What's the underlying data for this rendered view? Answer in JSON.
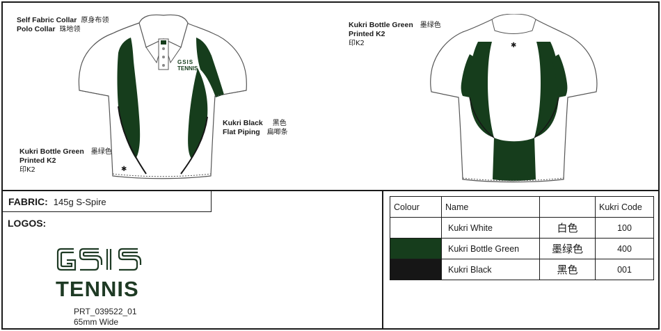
{
  "annotations": {
    "collar_line1_en": "Self Fabric Collar",
    "collar_line1_cn": "原身布领",
    "collar_line2_en": "Polo Collar",
    "collar_line2_cn": "珠地领",
    "piping_line1_en": "Kukri Black",
    "piping_line1_cn": "黑色",
    "piping_line2_en": "Flat Piping",
    "piping_line2_cn": "扁唧条",
    "front_panel_line1_en": "Kukri Bottle Green",
    "front_panel_line1_cn": "墨绿色",
    "front_panel_line2": "Printed K2",
    "front_panel_line3": "印K2",
    "back_panel_line1_en": "Kukri Bottle Green",
    "back_panel_line1_cn": "墨绿色",
    "back_panel_line2": "Printed K2",
    "back_panel_line3": "印K2"
  },
  "chest_logo": {
    "mark": "GSIS",
    "text": "TENNIS"
  },
  "fabric": {
    "label": "FABRIC:",
    "value": "145g S-Spire"
  },
  "logos": {
    "label": "LOGOS:",
    "mark": "GSIS",
    "text": "TENNIS",
    "color": "#1e3a24",
    "code": "PRT_039522_01",
    "size": "65mm Wide"
  },
  "colour_table": {
    "headers": [
      "Colour",
      "Name",
      "",
      "Kukri Code"
    ],
    "rows": [
      {
        "swatch": "#ffffff",
        "name": "Kukri White",
        "cn": "白色",
        "code": "100"
      },
      {
        "swatch": "#163d1c",
        "name": "Kukri Bottle Green",
        "cn": "墨绿色",
        "code": "400"
      },
      {
        "swatch": "#161616",
        "name": "Kukri Black",
        "cn": "黑色",
        "code": "001"
      }
    ]
  },
  "colors": {
    "bottle_green": "#163d1c",
    "black": "#161616",
    "white": "#ffffff",
    "outline": "#444444"
  }
}
